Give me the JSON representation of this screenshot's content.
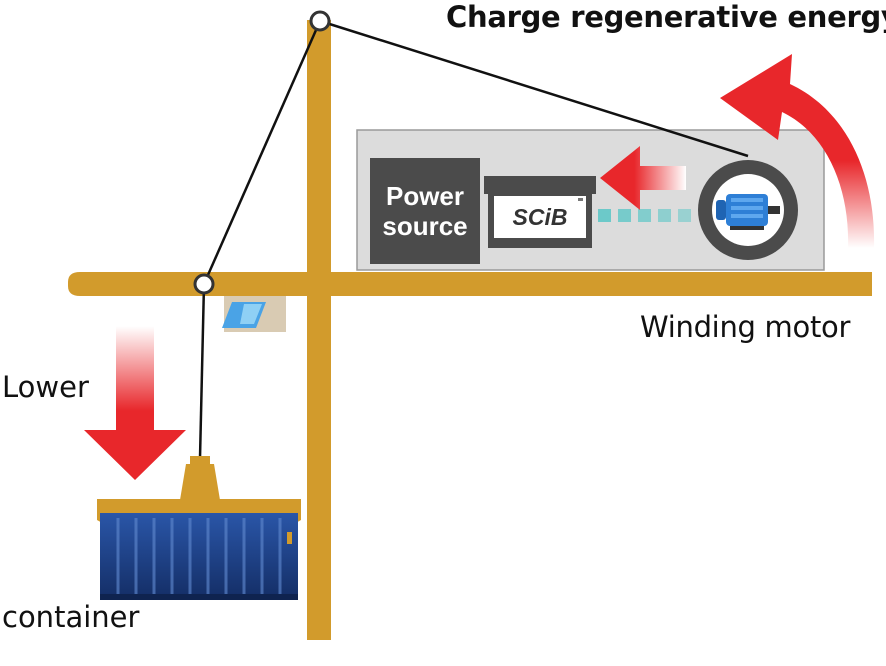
{
  "diagram": {
    "title": "Charge regenerative energy",
    "motor_label": "Winding motor",
    "lower_label": "Lower",
    "container_label": "container",
    "power_source_line1": "Power",
    "power_source_line2": "source",
    "battery_label": "SCiB"
  },
  "colors": {
    "crane": "#d29b2c",
    "cable": "#111111",
    "housing": "#dcdcdc",
    "power_box": "#4b4b4b",
    "arrow_red": "#e8272b",
    "motor_blue": "#2e7fd6",
    "container_blue": "#1d3f85",
    "flow_teal": "#6cc9c9"
  },
  "icons": [
    "electric-motor-icon",
    "battery-icon",
    "pulley-icon",
    "shipping-container-icon",
    "cab-window-icon"
  ]
}
